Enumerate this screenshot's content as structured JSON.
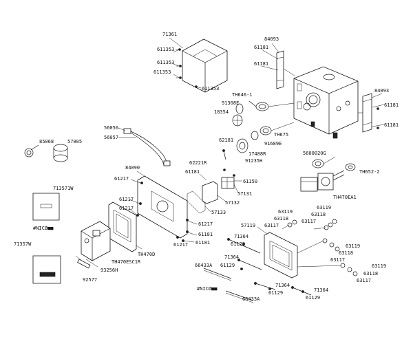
{
  "diagram": {
    "labels": {
      "l71361": "71361",
      "l611353a": "611353",
      "l611353b": "611353",
      "l611353c": "611353",
      "l611353d": "611353",
      "l84093a": "84093",
      "l61181a": "61181",
      "l61181b": "61181",
      "l84093b": "84093",
      "l61181c": "61181",
      "l61181d": "61181",
      "lTH646": "TH646-1",
      "l91308E": "91308E",
      "l18354": "18354",
      "lTH675": "TH675",
      "l91689E": "91689E",
      "l62181": "62181",
      "l17488R": "17488R",
      "l91235H": "91235H",
      "l5600020G": "5600020G",
      "lTH652": "TH652-2",
      "lTH470EA1": "TH470EA1",
      "l85068": "85068",
      "l57005": "57005",
      "l56056": "56056",
      "l56057": "56057",
      "l62221R": "62221R",
      "l84090": "84090",
      "l61181e": "61181",
      "l61150": "61150",
      "l61217a": "61217",
      "l57131": "57131",
      "l57132": "57132",
      "l57133": "57133",
      "l713571W": "713571W",
      "l61217b": "61217",
      "l61217c": "61217",
      "l61181f": "61181",
      "l61181g": "61181",
      "lNIC1": "#NICØ■■",
      "lTH470D": "TH470D",
      "l61217d": "61217",
      "lTH470ESC1R": "TH470ESC1R",
      "l93256H": "93256H",
      "l92577": "92577",
      "l71357W": "71357W",
      "l63119a": "63119",
      "l63118a": "63118",
      "l63117a": "63117",
      "l63119b": "63119",
      "l63118b": "63118",
      "l63117b": "63117",
      "l57119": "57119",
      "l71364a": "71364",
      "l61129a": "61129",
      "l71364b": "71364",
      "l61129b": "61129",
      "l66433Aa": "66433A",
      "l63119c": "63119",
      "l63118c": "63118",
      "l63117c": "63117",
      "l63119d": "63119",
      "l63118d": "63118",
      "l63117d": "63117",
      "lNIC2": "#NICØ■■",
      "l71364c": "71364",
      "l61129c": "61129",
      "l71364d": "71364",
      "l61129d": "61129",
      "l66433Ab": "66433A"
    }
  }
}
